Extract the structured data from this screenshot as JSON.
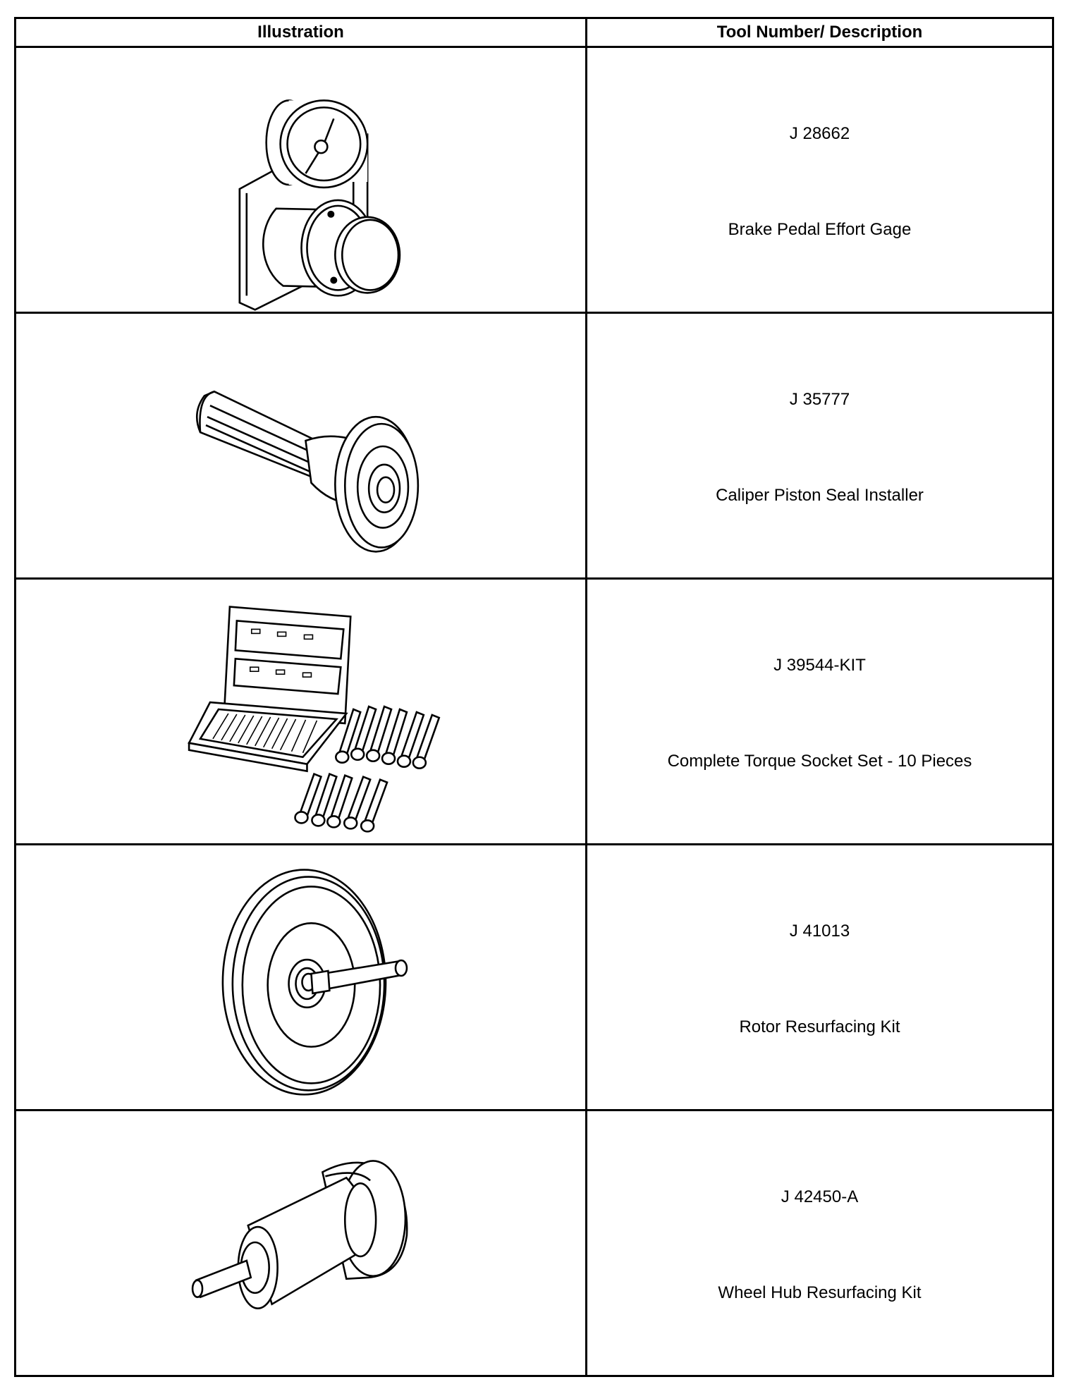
{
  "table": {
    "headers": {
      "illustration": "Illustration",
      "description": "Tool Number/ Description"
    },
    "rows": [
      {
        "icon": "brake-pedal-effort-gage-icon",
        "tool_number": "J 28662",
        "description": "Brake Pedal Effort Gage"
      },
      {
        "icon": "caliper-piston-seal-installer-icon",
        "tool_number": "J 35777",
        "description": "Caliper Piston Seal Installer"
      },
      {
        "icon": "torque-socket-set-icon",
        "tool_number": "J 39544-KIT",
        "description": "Complete Torque Socket Set - 10 Pieces"
      },
      {
        "icon": "rotor-resurfacing-kit-icon",
        "tool_number": "J 41013",
        "description": "Rotor Resurfacing Kit"
      },
      {
        "icon": "wheel-hub-resurfacing-kit-icon",
        "tool_number": "J 42450-A",
        "description": "Wheel Hub Resurfacing Kit"
      }
    ]
  }
}
